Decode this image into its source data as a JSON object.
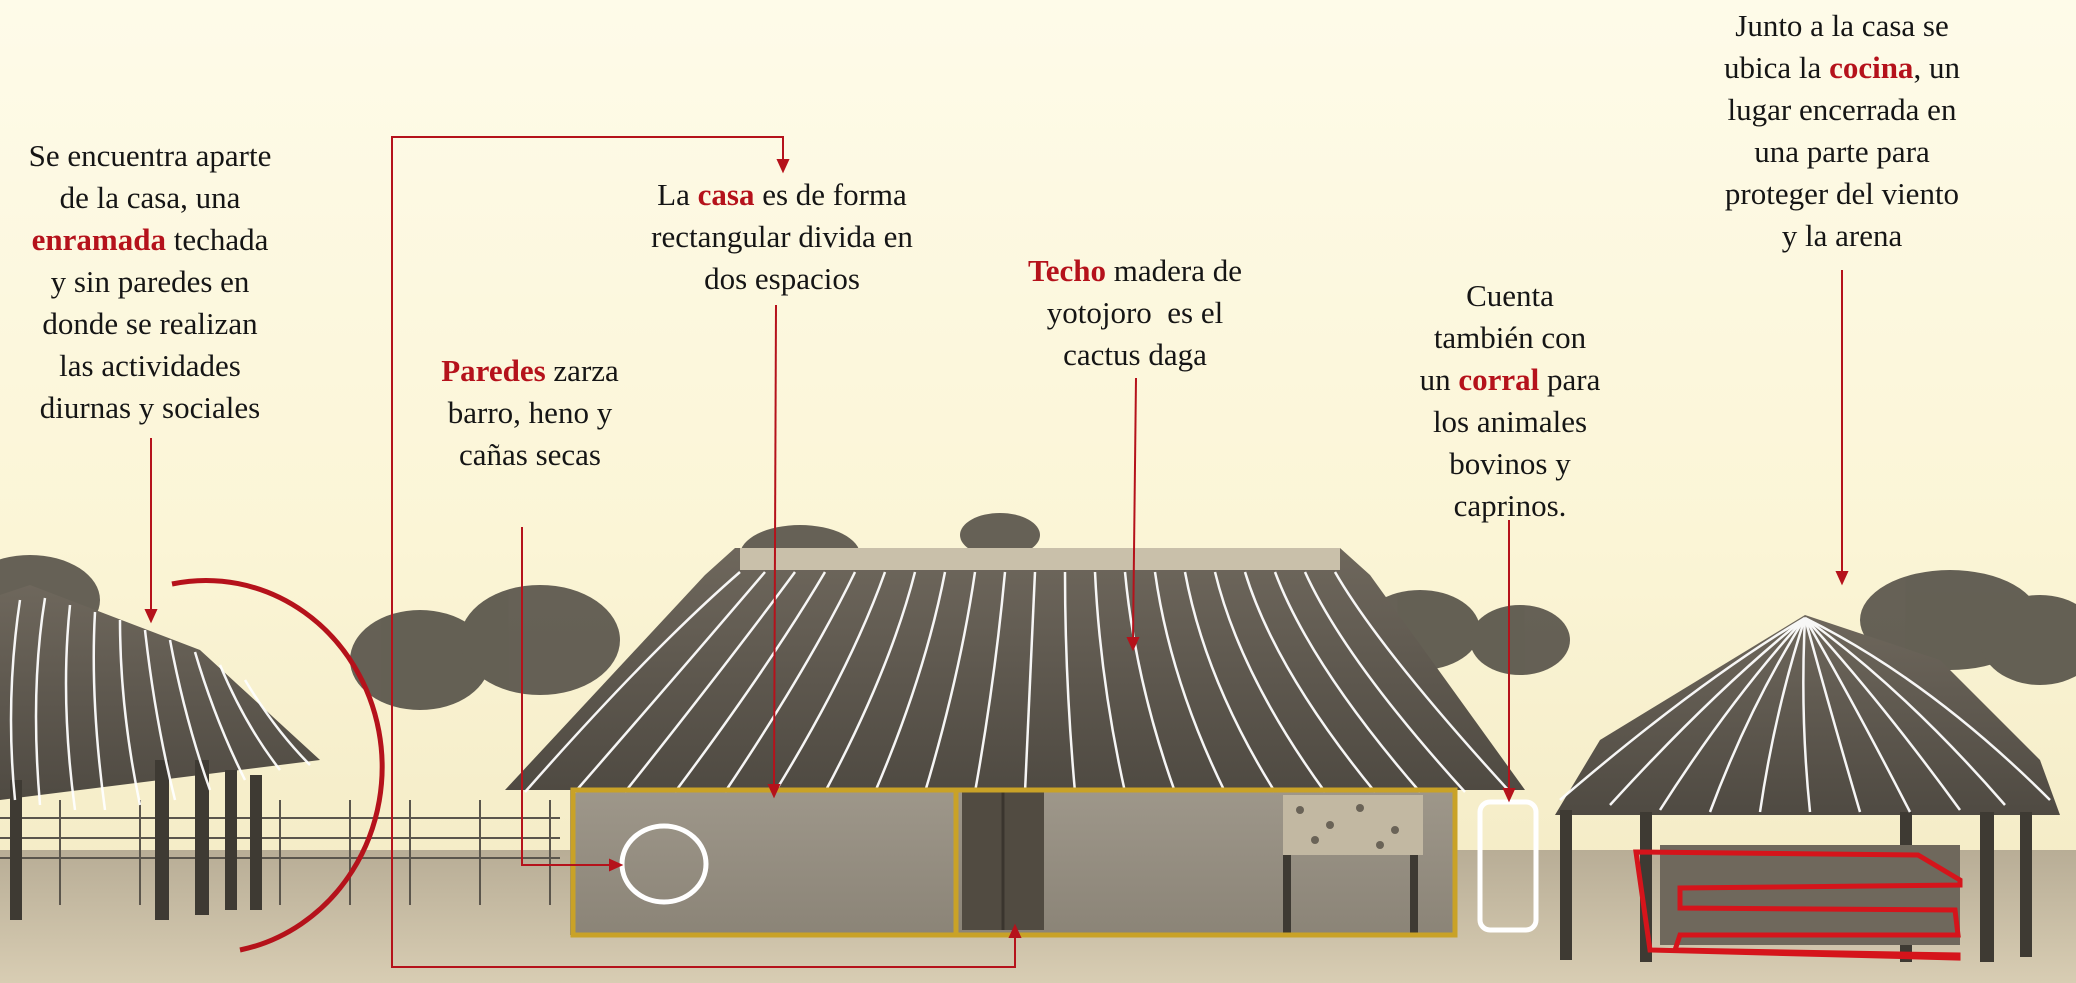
{
  "captions": {
    "enramada": {
      "line1": "Se encuentra aparte",
      "line2": "de la casa, una",
      "keyword": "enramada",
      "line3_rest": " techada",
      "line4": "y sin paredes en",
      "line5": "donde se realizan",
      "line6": "las actividades",
      "line7": "diurnas y sociales"
    },
    "paredes": {
      "keyword": "Paredes",
      "line1_rest": " zarza",
      "line2": "barro, heno y",
      "line3": "cañas secas"
    },
    "casa": {
      "line1_pre": "La ",
      "keyword": "casa",
      "line1_rest": " es de forma",
      "line2": "rectangular divida en",
      "line3": "dos espacios"
    },
    "techo": {
      "keyword": "Techo",
      "line1_rest": " madera de",
      "line2": "yotojoro  es el",
      "line3": "cactus daga"
    },
    "corral": {
      "line1": "Cuenta",
      "line2": "también con",
      "line3_pre": "un ",
      "keyword": "corral",
      "line3_rest": " para",
      "line4": "los animales",
      "line5": "bovinos y",
      "line6": "caprinos."
    },
    "cocina": {
      "line1": "Junto a la casa se",
      "line2_pre": "ubica la ",
      "keyword": "cocina",
      "line2_rest": ", un",
      "line3": "lugar encerrada en",
      "line4": "una parte para",
      "line5": "proteger del viento",
      "line6": "y la arena"
    }
  },
  "colors": {
    "highlight": "#b5121b",
    "leader_line": "#b5121b",
    "house_outline": "#c9a227",
    "marker_white": "#ffffff",
    "kitchen_outline": "#d5141b",
    "background": "#fbf5d6"
  }
}
